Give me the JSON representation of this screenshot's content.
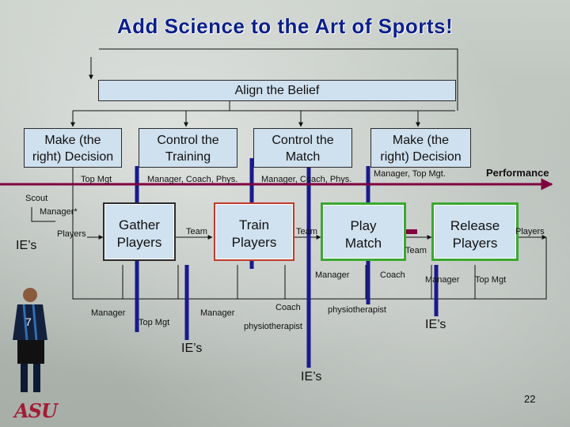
{
  "title": "Add Science to the Art of Sports!",
  "belief": "Align the Belief",
  "decisions": [
    {
      "line1": "Make (the",
      "line2": "right) Decision",
      "sub": "Top Mgt"
    },
    {
      "line1": "Control the",
      "line2": "Training",
      "sub": "Manager, Coach, Phys."
    },
    {
      "line1": "Control the",
      "line2": "Match",
      "sub": "Manager, Coach, Phys."
    },
    {
      "line1": "Make (the",
      "line2": "right) Decision",
      "sub": "Manager, Top Mgt."
    }
  ],
  "performance": "Performance",
  "process": [
    {
      "line1": "Gather",
      "line2": "Players"
    },
    {
      "line1": "Train",
      "line2": "Players"
    },
    {
      "line1": "Play",
      "line2": "Match"
    },
    {
      "line1": "Release",
      "line2": "Players"
    }
  ],
  "labels": {
    "scout": "Scout",
    "manager_star": "Manager*",
    "players_in": "Players",
    "ies_left": "IE’s",
    "team1": "Team",
    "team2": "Team",
    "team3": "Team",
    "players_out": "Players",
    "manager_play": "Manager",
    "coach_play": "Coach",
    "manager_release": "Manager",
    "topmgt_release": "Top Mgt",
    "manager_gather": "Manager",
    "topmgt_gather": "Top Mgt",
    "manager_train": "Manager",
    "coach_train": "Coach",
    "physio_train": "physiotherapist",
    "physio_play": "physiotherapist",
    "ies_right": "IE’s",
    "ies_mid": "IE’s",
    "ies_bottom": "IE’s"
  },
  "logo": "ASU",
  "page_number": "22",
  "colors": {
    "title": "#0b1f8a",
    "box_fill": "#cfe0ee",
    "navy_bar": "#1a1a8c",
    "train_border": "#c0392b",
    "play_border": "#3aa830",
    "release_border": "#3aa830",
    "performance_arrow": "#800040"
  }
}
